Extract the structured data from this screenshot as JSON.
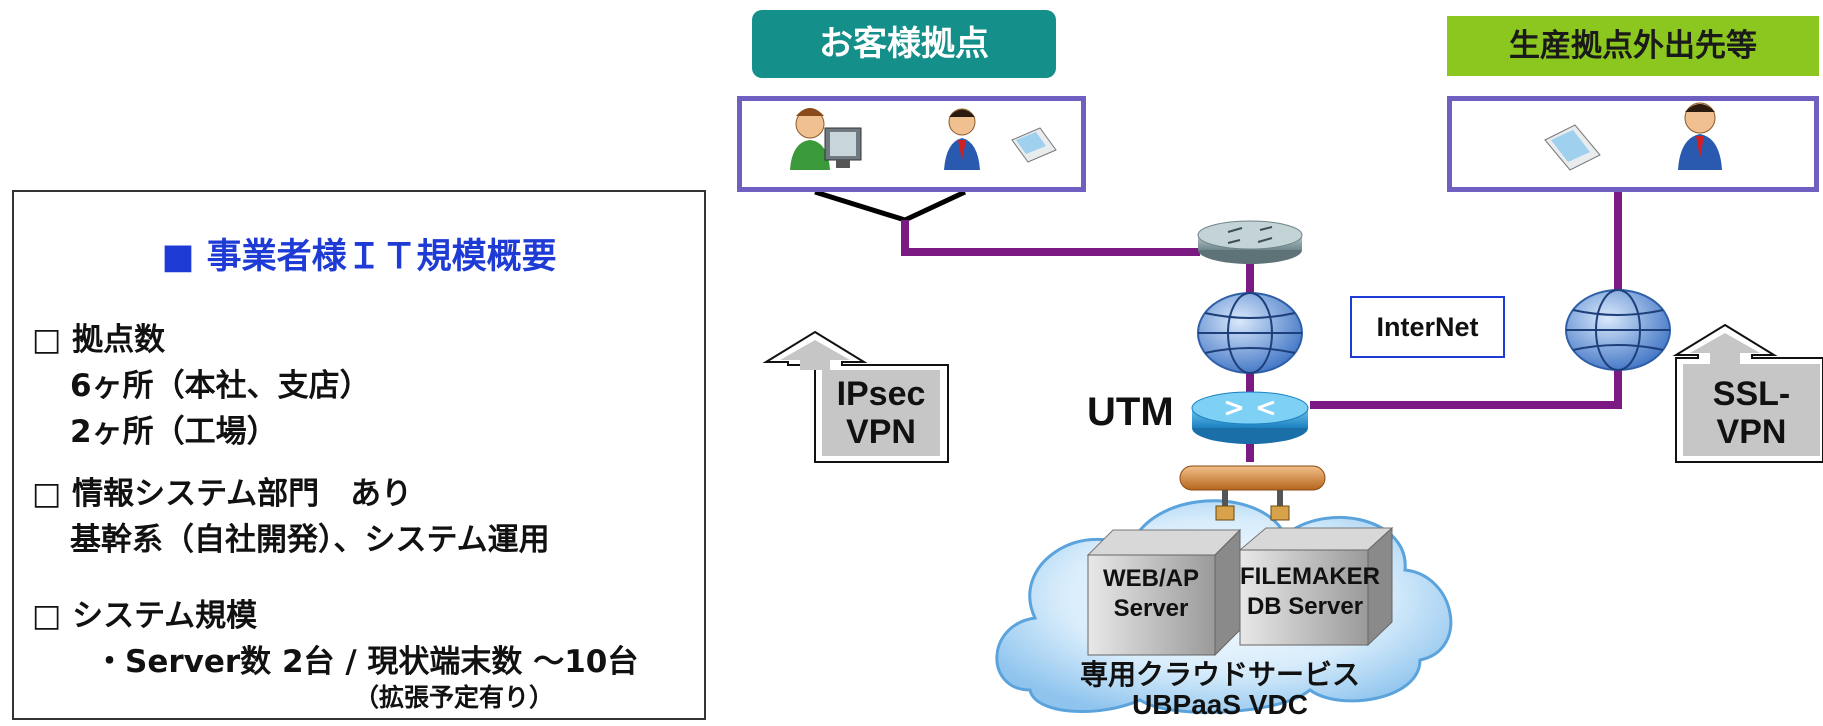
{
  "info_panel": {
    "title": "■ 事業者様ＩＴ規模概要",
    "sections": [
      {
        "heading": "□ 拠点数",
        "lines": [
          "6ヶ所（本社、支店）",
          "2ヶ所（工場）"
        ]
      },
      {
        "heading": "□ 情報システム部門　あり",
        "lines": [
          "基幹系（自社開発）、システム運用"
        ]
      },
      {
        "heading": "□ システム規模",
        "lines": [
          "・Server数 2台 /  現状端末数  ～10台",
          "（拡張予定有り）"
        ]
      }
    ]
  },
  "diagram": {
    "customer_site_label": "お客様拠点",
    "remote_site_label": "生産拠点外出先等",
    "internet_label": "InterNet",
    "utm_label": "UTM",
    "ipsec_vpn": [
      "IPsec",
      "VPN"
    ],
    "ssl_vpn": [
      "SSL-",
      "VPN"
    ],
    "web_server": [
      "WEB/AP",
      "Server"
    ],
    "db_server": [
      "FILEMAKER",
      "DB Server"
    ],
    "cloud_service": [
      "専用クラウドサービス",
      "UBPaaS VDC"
    ]
  },
  "colors": {
    "link_purple": "#7a1a82",
    "customer_tag": "#148f8a",
    "remote_tag": "#8cc71f",
    "site_border": "#6f5fc0",
    "title_blue": "#1f3bd6"
  }
}
